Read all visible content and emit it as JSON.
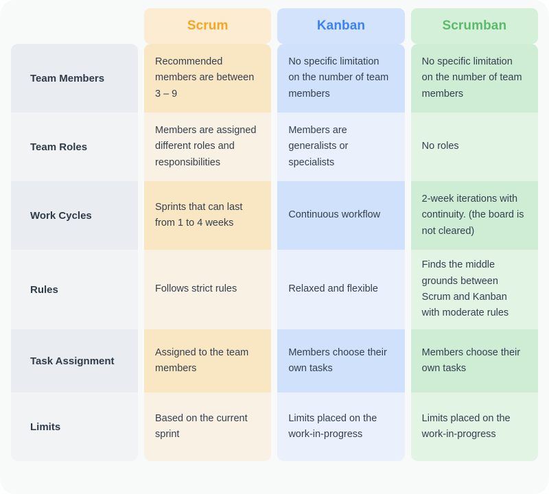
{
  "table": {
    "columns": [
      {
        "key": "label",
        "label": ""
      },
      {
        "key": "scrum",
        "label": "Scrum",
        "accent": "#f5a623",
        "header_bg": "#fbecd2"
      },
      {
        "key": "kanban",
        "label": "Kanban",
        "accent": "#3b82f6",
        "header_bg": "#d3e3fb"
      },
      {
        "key": "scrumban",
        "label": "Scrumban",
        "accent": "#5cba6b",
        "header_bg": "#d4f0d8"
      }
    ],
    "rows": [
      {
        "label": "Team Members",
        "scrum": "Recommended members are between 3 – 9",
        "kanban": "No specific limitation on the number of team members",
        "scrumban": "No specific limitation on the number of team members"
      },
      {
        "label": "Team Roles",
        "scrum": "Members are assigned different roles and responsibilities",
        "kanban": "Members are generalists or specialists",
        "scrumban": "No roles"
      },
      {
        "label": "Work Cycles",
        "scrum": "Sprints that can last from 1 to 4 weeks",
        "kanban": "Continuous workflow",
        "scrumban": "2-week iterations with continuity. (the board is not cleared)"
      },
      {
        "label": "Rules",
        "scrum": "Follows strict rules",
        "kanban": "Relaxed and flexible",
        "scrumban": "Finds the middle grounds between Scrum and Kanban with moderate rules"
      },
      {
        "label": "Task Assignment",
        "scrum": "Assigned to the team members",
        "kanban": "Members choose their own tasks",
        "scrumban": "Members choose their own tasks"
      },
      {
        "label": "Limits",
        "scrum": "Based on the current sprint",
        "kanban": "Limits placed on the work-in-progress",
        "scrumban": "Limits placed on the work-in-progress"
      }
    ]
  }
}
